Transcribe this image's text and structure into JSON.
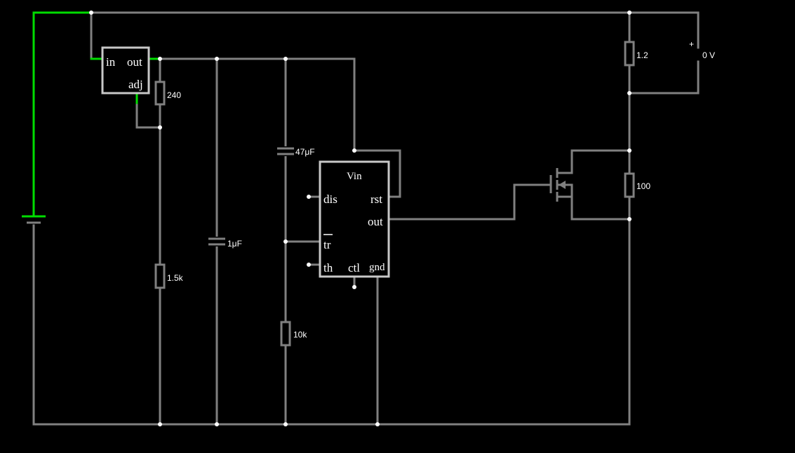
{
  "circuit": {
    "regulator": {
      "in_label": "in",
      "out_label": "out",
      "adj_label": "adj"
    },
    "timer": {
      "vin_label": "Vin",
      "dis_label": "dis",
      "rst_label": "rst",
      "out_label": "out",
      "tr_label": "tr",
      "th_label": "th",
      "ctl_label": "ctl",
      "gnd_label": "gnd"
    },
    "components": {
      "r240": "240",
      "r1_5k": "1.5k",
      "c1uf": "1μF",
      "c47uf": "47μF",
      "r10k": "10k",
      "r1_2": "1.2",
      "r100": "100"
    },
    "voltmeter": {
      "plus": "+",
      "reading": "0 V"
    },
    "colors": {
      "wire": "#808080",
      "live_wire": "#00dd00",
      "component_outline": "#c8c8c8",
      "background": "#000000",
      "node": "#ffffff"
    }
  }
}
